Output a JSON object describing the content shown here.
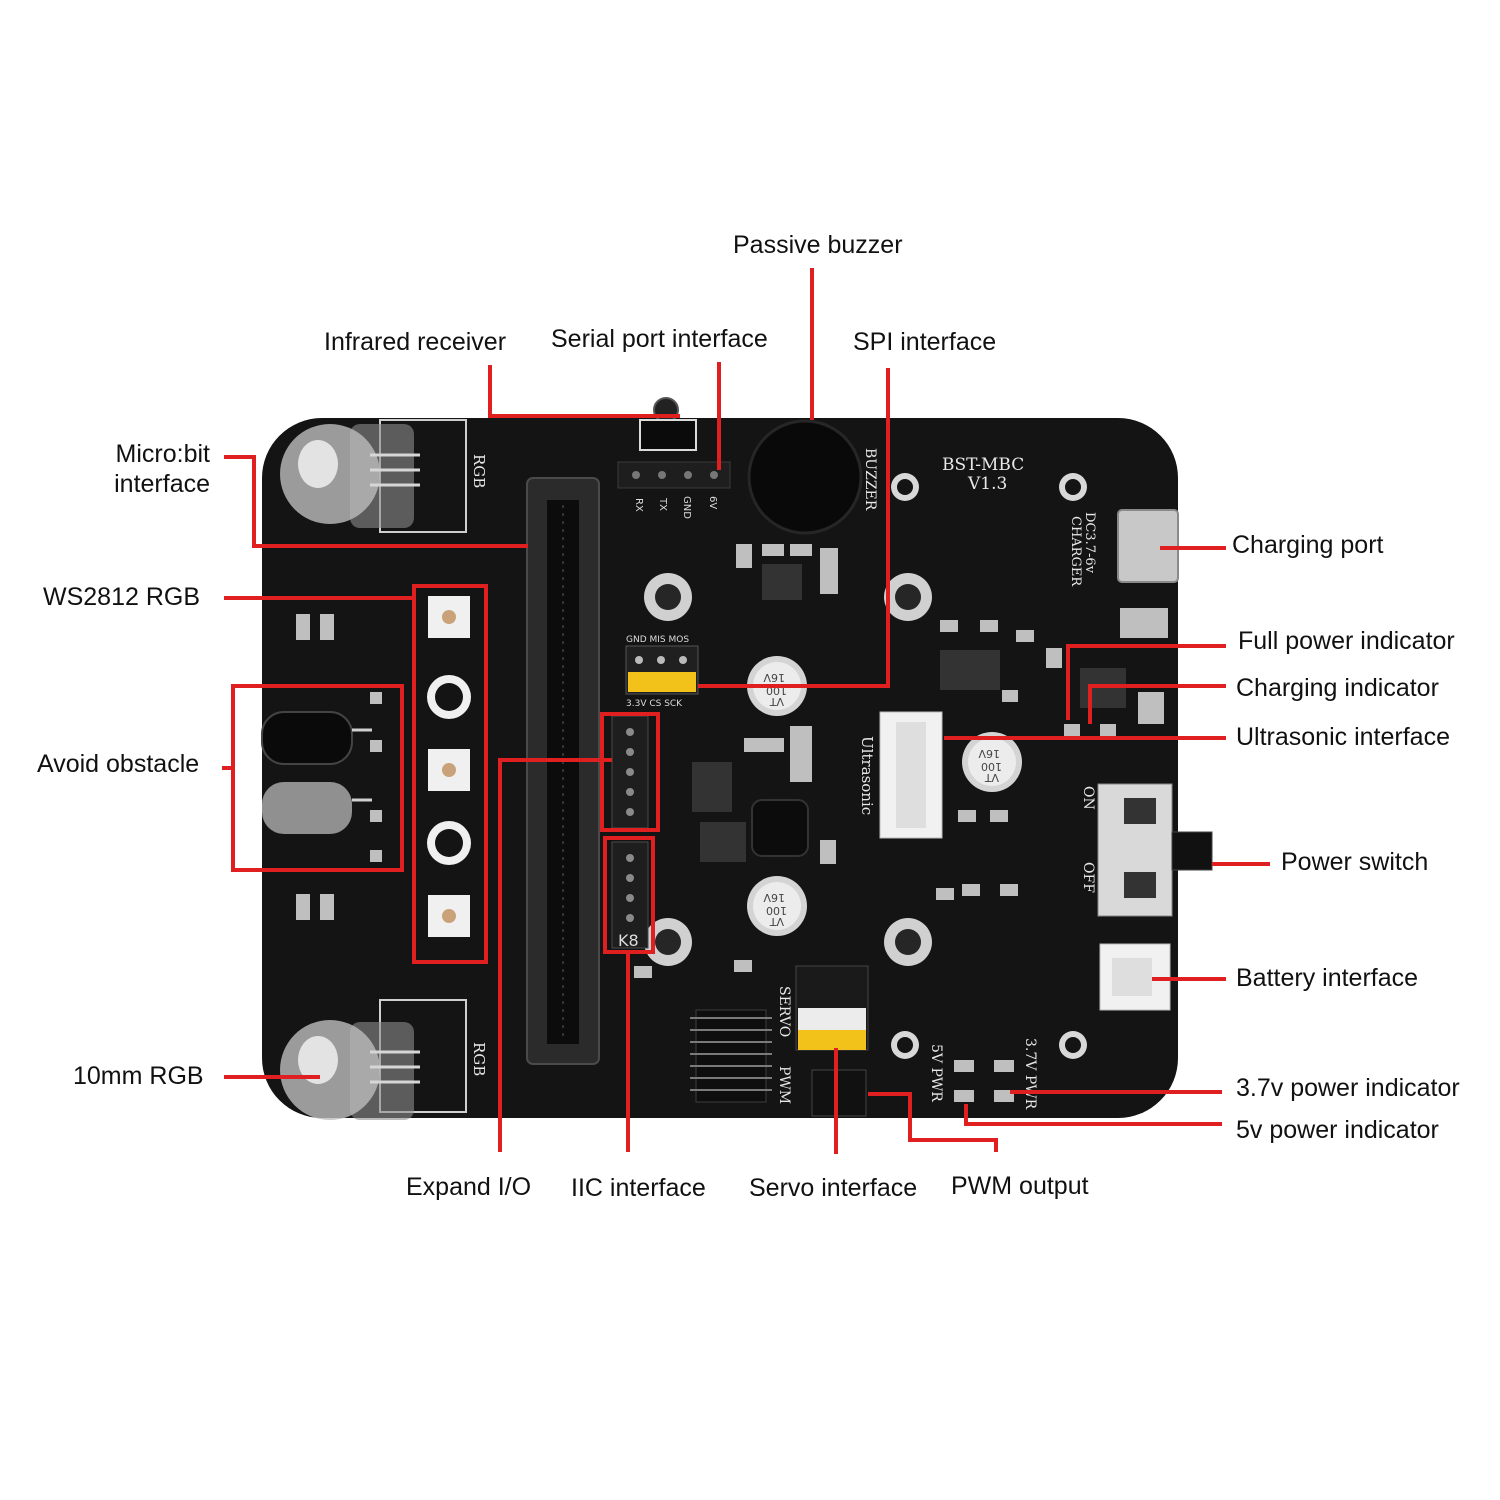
{
  "colors": {
    "leader": "#e02020",
    "board": "#141414",
    "header_pins": "#f2c21a",
    "connector_white": "#f1f1f1"
  },
  "labels": {
    "passive_buzzer": "Passive buzzer",
    "infrared_receiver": "Infrared receiver",
    "serial_port": "Serial port interface",
    "spi": "SPI interface",
    "microbit_1": "Micro:bit",
    "microbit_2": "interface",
    "ws2812": "WS2812 RGB",
    "avoid_obstacle": "Avoid obstacle",
    "rgb_10mm": "10mm RGB",
    "charging_port": "Charging port",
    "full_power": "Full power indicator",
    "charging_ind": "Charging indicator",
    "ultrasonic": "Ultrasonic interface",
    "power_switch": "Power switch",
    "battery": "Battery interface",
    "pwr_37v": "3.7v power indicator",
    "pwr_5v": "5v power indicator",
    "expand_io": "Expand I/O",
    "iic": "IIC interface",
    "servo": "Servo interface",
    "pwm": "PWM output"
  },
  "silkscreen": {
    "model": "BST-MBC",
    "version": "V1.3",
    "buzzer": "BUZZER",
    "charger_1": "DC3.7-6v",
    "charger_2": "CHARGER",
    "rgb_top": "RGB",
    "rgb_bottom": "RGB",
    "ultrasonic": "Ultrasonic",
    "servo": "SERVO",
    "pwm": "PWM",
    "pwr_5v": "5V PWR",
    "pwr_37v": "3.7V PWR",
    "on": "ON",
    "off": "OFF",
    "k8": "K8",
    "serial_pins": [
      "RX",
      "TX",
      "GND",
      "6V"
    ],
    "spi_top": "GND MIS MOS",
    "spi_bottom": "3.3V CS SCK",
    "cap_value": "100",
    "cap_voltage": "16V",
    "cap_type": "VT"
  }
}
